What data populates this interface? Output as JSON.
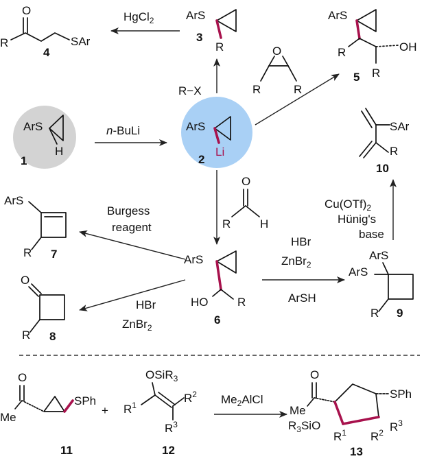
{
  "colors": {
    "accent_bond": "#a8124d",
    "start_circle": "#d3d3d3",
    "center_circle": "#a9d0f5",
    "text": "#111111"
  },
  "compounds": {
    "c1": {
      "number": "1",
      "ars": "ArS",
      "h": "H"
    },
    "c2": {
      "number": "2",
      "ars": "ArS",
      "li": "Li"
    },
    "c3": {
      "number": "3",
      "ars": "ArS",
      "r": "R"
    },
    "c4": {
      "number": "4",
      "r": "R",
      "o": "O",
      "sar": "SAr"
    },
    "c5": {
      "number": "5",
      "ars": "ArS",
      "r1": "R",
      "r2": "R",
      "oh": "OH"
    },
    "c6": {
      "number": "6",
      "ars": "ArS",
      "ho": "HO",
      "r": "R"
    },
    "c7": {
      "number": "7",
      "ars": "ArS",
      "r": "R"
    },
    "c8": {
      "number": "8",
      "o": "O",
      "r": "R"
    },
    "c9": {
      "number": "9",
      "ars1": "ArS",
      "ars2": "ArS",
      "r": "R"
    },
    "c10": {
      "number": "10",
      "sar": "SAr",
      "r": "R"
    },
    "c11": {
      "number": "11",
      "o": "O",
      "me": "Me",
      "sph": "SPh"
    },
    "c12": {
      "number": "12",
      "osir3": "OSiR",
      "osir3_sub": "3",
      "r1": "R",
      "r1_sup": "1",
      "r2": "R",
      "r2_sup": "2",
      "r3": "R",
      "r3_sup": "3"
    },
    "c13": {
      "number": "13",
      "o": "O",
      "me": "Me",
      "sph": "SPh",
      "r3sio": "R",
      "r3sio_sub": "3",
      "r3sio_tail": "SiO",
      "r1": "R",
      "r1_sup": "1",
      "r2": "R",
      "r2_sup": "2",
      "r3": "R",
      "r3_sup": "3"
    }
  },
  "reagents": {
    "hgcl2": "HgCl",
    "hgcl2_sub": "2",
    "nbuli_prefix": "n",
    "nbuli_suffix": "-BuLi",
    "rx": "R−X",
    "epoxide_o": "O",
    "epoxide_r1": "R",
    "epoxide_r2": "R",
    "aldehyde_o": "O",
    "aldehyde_r": "R",
    "aldehyde_h": "H",
    "burgess_line1": "Burgess",
    "burgess_line2": "reagent",
    "hbr_a": "HBr",
    "znbr2_a": "ZnBr",
    "znbr2_a_sub": "2",
    "arsh": "ArSH",
    "hbr_b": "HBr",
    "znbr2_b": "ZnBr",
    "znbr2_b_sub": "2",
    "cuotf_pre": "Cu(OTf)",
    "cuotf_sub": "2",
    "hunig1": "Hünig's",
    "hunig2": "base",
    "plus": "+",
    "me2alcl_pre": "Me",
    "me2alcl_sub": "2",
    "me2alcl_post": "AlCl"
  }
}
